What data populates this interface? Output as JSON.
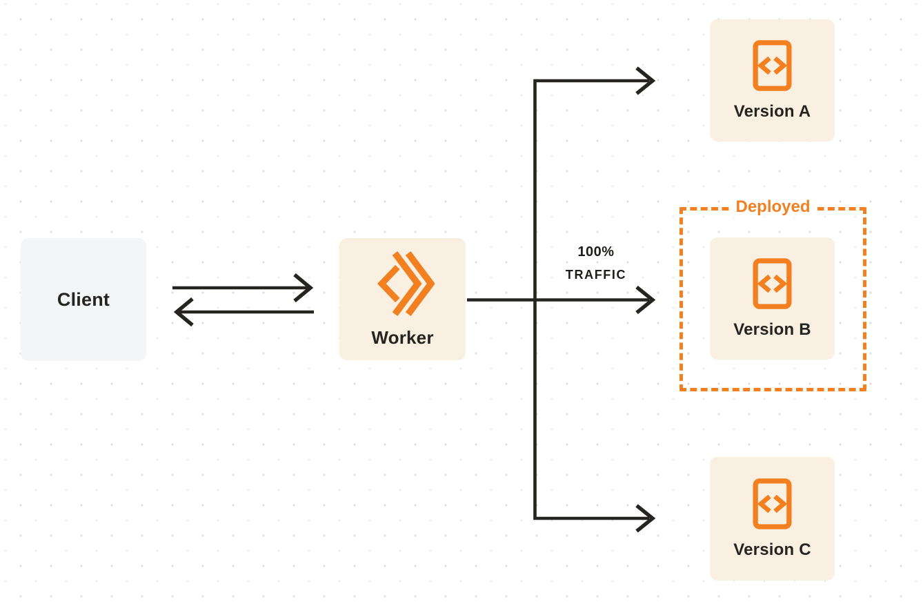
{
  "diagram": {
    "nodes": {
      "client": {
        "label": "Client"
      },
      "worker": {
        "label": "Worker"
      },
      "version_a": {
        "label": "Version A"
      },
      "version_b": {
        "label": "Version B"
      },
      "version_c": {
        "label": "Version C"
      }
    },
    "annotations": {
      "deployed": "Deployed",
      "traffic_line1": "100%",
      "traffic_line2": "TRAFFIC"
    },
    "icons": {
      "worker": "workers-logo-icon",
      "version": "code-file-icon"
    },
    "colors": {
      "accent": "#F38020",
      "node_fill": "#FAF0E1",
      "client_fill": "#F4F5F6",
      "line": "#252420"
    }
  }
}
